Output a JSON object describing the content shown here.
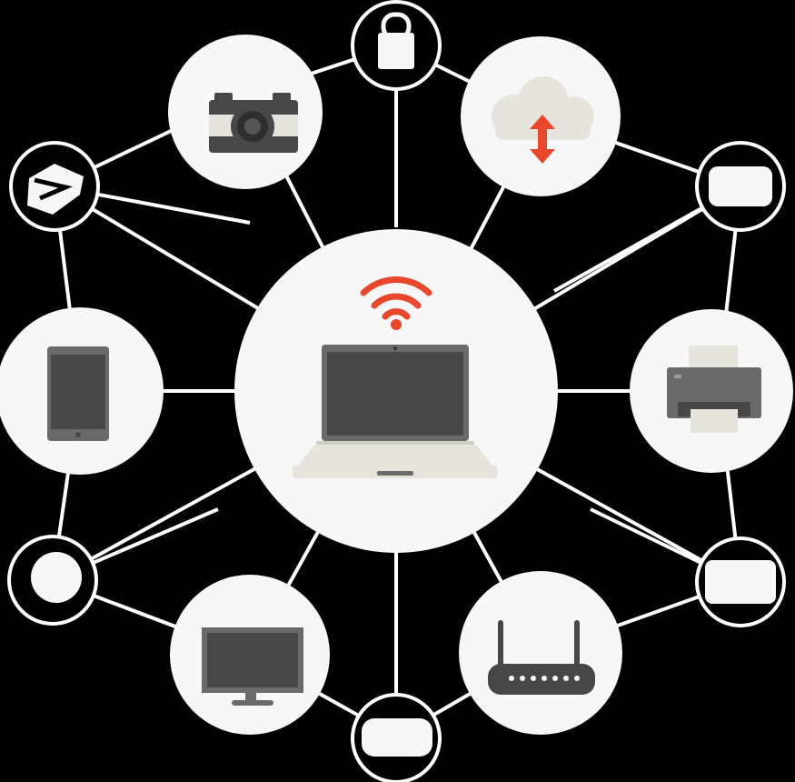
{
  "colors": {
    "background": "#000000",
    "links": "#ffffff",
    "node_fill": "#f7f7f7",
    "device_dark": "#474747",
    "device_mid": "#6a6a6a",
    "device_light": "#e6e4dc",
    "accent": "#e8472b"
  },
  "hub": {
    "icon": "laptop-icon",
    "signal_icon": "wifi-icon"
  },
  "devices": [
    {
      "id": "camera",
      "icon": "camera-icon"
    },
    {
      "id": "cloud",
      "icon": "cloud-sync-icon"
    },
    {
      "id": "printer",
      "icon": "printer-icon"
    },
    {
      "id": "router",
      "icon": "router-icon"
    },
    {
      "id": "monitor",
      "icon": "monitor-icon"
    },
    {
      "id": "tablet",
      "icon": "tablet-icon"
    }
  ],
  "small_nodes": [
    {
      "id": "top"
    },
    {
      "id": "upper-left"
    },
    {
      "id": "upper-right"
    },
    {
      "id": "lower-left"
    },
    {
      "id": "lower-right"
    },
    {
      "id": "bottom"
    }
  ]
}
